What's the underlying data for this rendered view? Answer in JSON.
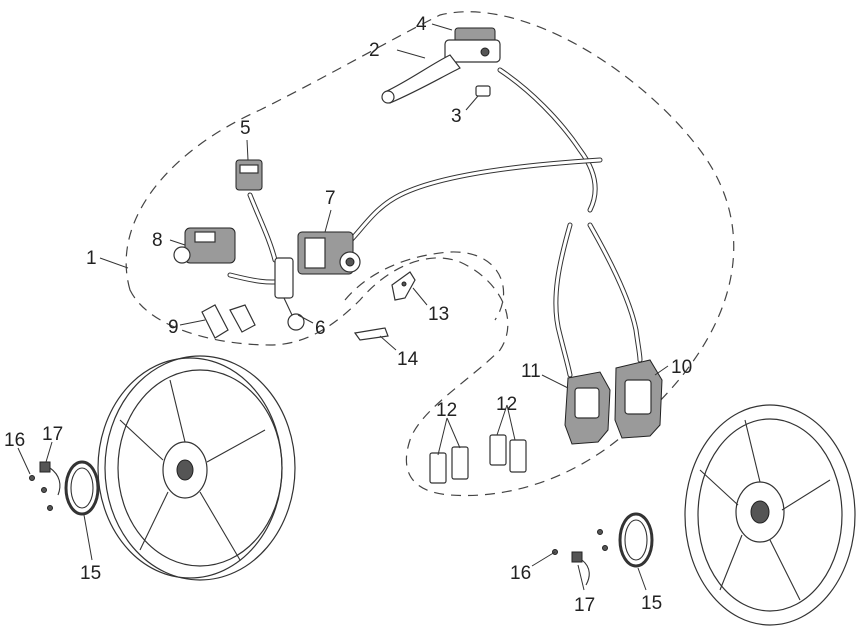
{
  "callouts": {
    "c1": "1",
    "c2": "2",
    "c3": "3",
    "c4": "4",
    "c5": "5",
    "c6": "6",
    "c7": "7",
    "c8": "8",
    "c9": "9",
    "c10": "10",
    "c11": "11",
    "c12a": "12",
    "c12b": "12",
    "c13": "13",
    "c14": "14",
    "c15a": "15",
    "c15b": "15",
    "c16a": "16",
    "c16b": "16",
    "c17a": "17",
    "c17b": "17"
  }
}
